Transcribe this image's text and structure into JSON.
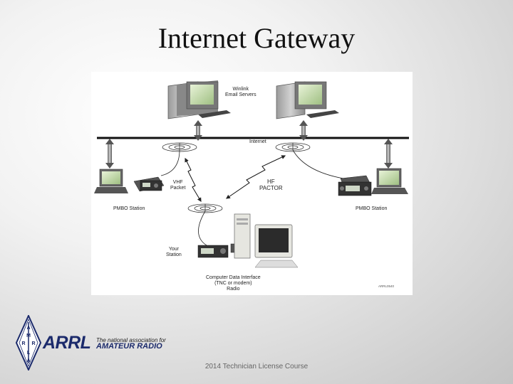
{
  "slide": {
    "title": "Internet Gateway",
    "footer": "2014 Technician License Course"
  },
  "diagram": {
    "labels": {
      "winlink_servers": "Winlink\nEmail Servers",
      "internet": "Internet",
      "vhf_packet": "VHF\nPacket",
      "hf_pactor": "HF\nPACTOR",
      "pmbo_left": "PMBO Station",
      "pmbo_right": "PMBO Station",
      "your_station": "Your\nStation",
      "computer_interface": "Computer Data Interface\n(TNC or modem)\nRadio",
      "figure_id": "ARRL0540"
    }
  },
  "logo": {
    "brand": "ARRL",
    "tagline_line1": "The national association for",
    "tagline_line2": "AMATEUR RADIO",
    "diamond_letters": [
      "A",
      "M",
      "R",
      "R",
      "L",
      "A"
    ]
  }
}
